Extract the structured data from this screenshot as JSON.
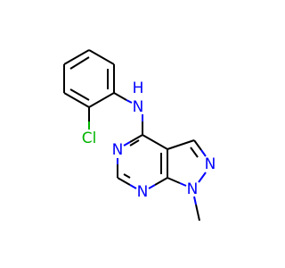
{
  "molecule": {
    "colors": {
      "carbon_bond": "#000000",
      "nitrogen": "#0000ff",
      "chlorine": "#00b400",
      "background": "#ffffff"
    },
    "atoms": {
      "nh": "N",
      "nh_h": "H",
      "cl": "Cl",
      "n_pyrimidine_left": "N",
      "n_pyrimidine_bottom": "N",
      "n_pyrazole_top": "N",
      "n_pyrazole_methyl": "N"
    }
  }
}
